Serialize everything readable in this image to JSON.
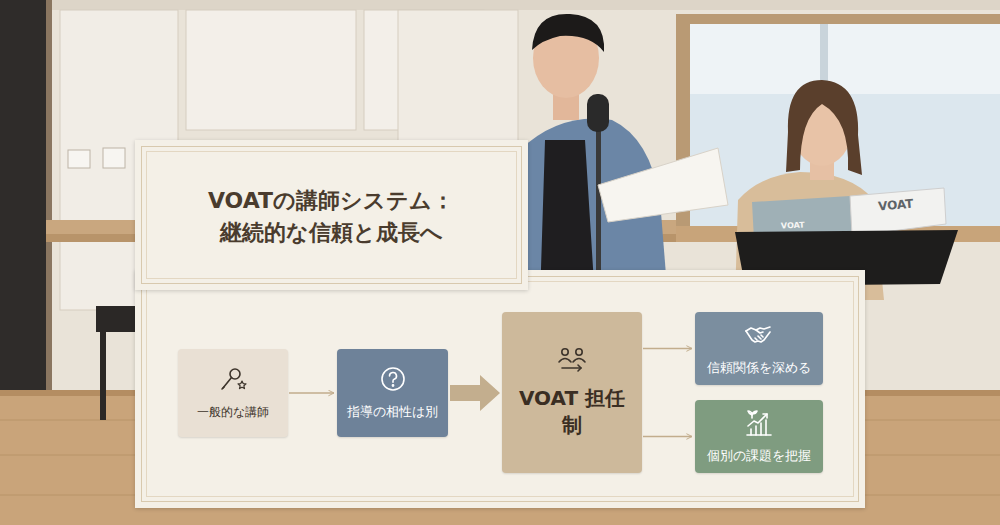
{
  "diagram": {
    "title": "VOATの講師システム： 継続的な信頼と成長へ",
    "nodes": [
      {
        "text": [
          "一般的な講師"
        ]
      },
      {
        "text": [
          "指導の相性は別"
        ]
      },
      {
        "text": [
          "VOAT 担任制"
        ]
      },
      {
        "text": [
          "信頼関係を深める"
        ]
      },
      {
        "text": [
          "個別の課題を把握"
        ]
      }
    ],
    "edges": [
      {
        "from": 0,
        "to": 1,
        "arrow": "to"
      },
      {
        "from": 1,
        "to": 2,
        "arrow": "to"
      },
      {
        "from": 2,
        "to": 3,
        "arrow": "to"
      },
      {
        "from": 2,
        "to": 4,
        "arrow": "to"
      }
    ],
    "labels": [
      "VOAT",
      "VOAT"
    ]
  }
}
